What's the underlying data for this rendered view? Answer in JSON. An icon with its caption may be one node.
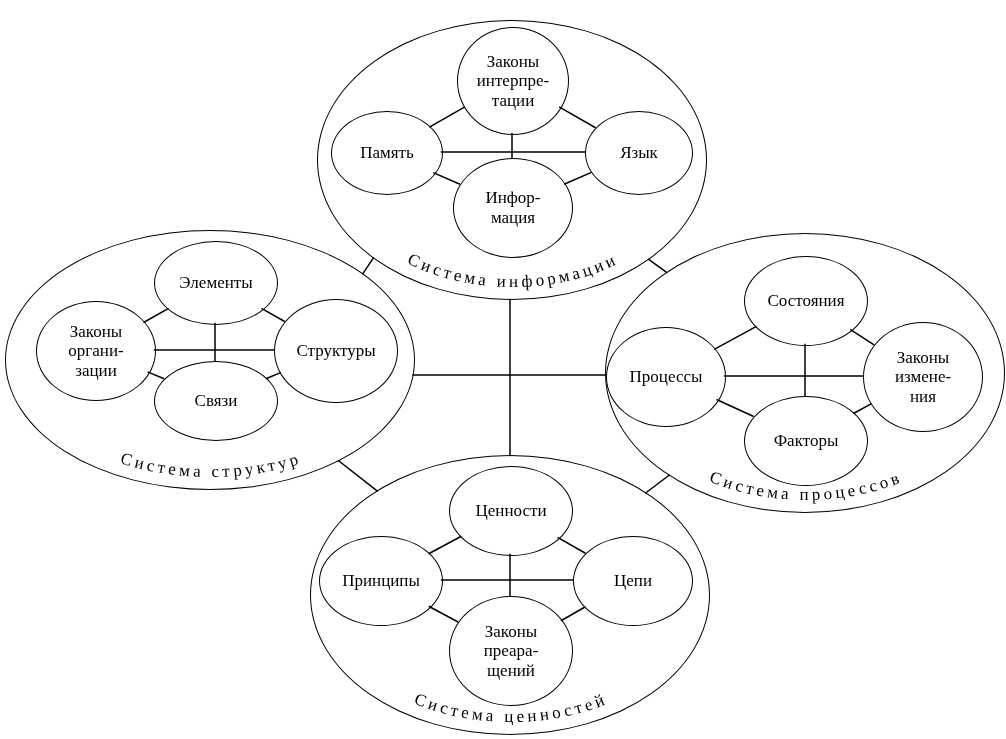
{
  "diagram": {
    "nodes": [
      {
        "text": [
          "Система информации"
        ]
      },
      {
        "text": [
          "Законы интерпре- тации"
        ],
        "in": 0
      },
      {
        "text": [
          "Память"
        ],
        "in": 0
      },
      {
        "text": [
          "Язык"
        ],
        "in": 0
      },
      {
        "text": [
          "Инфор- мация"
        ],
        "in": 0
      },
      {
        "text": [
          "Система структур"
        ]
      },
      {
        "text": [
          "Элементы"
        ],
        "in": 5
      },
      {
        "text": [
          "Законы органи- зации"
        ],
        "in": 5
      },
      {
        "text": [
          "Структуры"
        ],
        "in": 5
      },
      {
        "text": [
          "Связи"
        ],
        "in": 5
      },
      {
        "text": [
          "Система процессов"
        ]
      },
      {
        "text": [
          "Состояния"
        ],
        "in": 10
      },
      {
        "text": [
          "Процессы"
        ],
        "in": 10
      },
      {
        "text": [
          "Законы измене- ния"
        ],
        "in": 10
      },
      {
        "text": [
          "Факторы"
        ],
        "in": 10
      },
      {
        "text": [
          "Система ценностей"
        ]
      },
      {
        "text": [
          "Ценности"
        ],
        "in": 15
      },
      {
        "text": [
          "Принципы"
        ],
        "in": 15
      },
      {
        "text": [
          "Цепи"
        ],
        "in": 15
      },
      {
        "text": [
          "Законы преара- щений"
        ],
        "in": 15
      }
    ],
    "edges": [
      {
        "from": 2,
        "to": 3,
        "arrow": "none"
      },
      {
        "from": 1,
        "to": 4,
        "arrow": "none"
      },
      {
        "from": 2,
        "to": 1,
        "arrow": "none"
      },
      {
        "from": 1,
        "to": 3,
        "arrow": "none"
      },
      {
        "from": 2,
        "to": 4,
        "arrow": "none"
      },
      {
        "from": 4,
        "to": 3,
        "arrow": "none"
      },
      {
        "from": 7,
        "to": 8,
        "arrow": "none"
      },
      {
        "from": 6,
        "to": 9,
        "arrow": "none"
      },
      {
        "from": 7,
        "to": 6,
        "arrow": "none"
      },
      {
        "from": 6,
        "to": 8,
        "arrow": "none"
      },
      {
        "from": 7,
        "to": 9,
        "arrow": "none"
      },
      {
        "from": 9,
        "to": 8,
        "arrow": "none"
      },
      {
        "from": 12,
        "to": 13,
        "arrow": "none"
      },
      {
        "from": 11,
        "to": 14,
        "arrow": "none"
      },
      {
        "from": 12,
        "to": 11,
        "arrow": "none"
      },
      {
        "from": 11,
        "to": 13,
        "arrow": "none"
      },
      {
        "from": 12,
        "to": 14,
        "arrow": "none"
      },
      {
        "from": 14,
        "to": 13,
        "arrow": "none"
      },
      {
        "from": 17,
        "to": 18,
        "arrow": "none"
      },
      {
        "from": 16,
        "to": 19,
        "arrow": "none"
      },
      {
        "from": 17,
        "to": 16,
        "arrow": "none"
      },
      {
        "from": 16,
        "to": 18,
        "arrow": "none"
      },
      {
        "from": 17,
        "to": 19,
        "arrow": "none"
      },
      {
        "from": 19,
        "to": 18,
        "arrow": "none"
      },
      {
        "from": 0,
        "to": 15,
        "arrow": "none"
      },
      {
        "from": 5,
        "to": 10,
        "arrow": "none"
      },
      {
        "from": 0,
        "to": 5,
        "arrow": "none"
      },
      {
        "from": 0,
        "to": 10,
        "arrow": "none"
      },
      {
        "from": 5,
        "to": 15,
        "arrow": "none"
      },
      {
        "from": 10,
        "to": 15,
        "arrow": "none"
      }
    ]
  }
}
